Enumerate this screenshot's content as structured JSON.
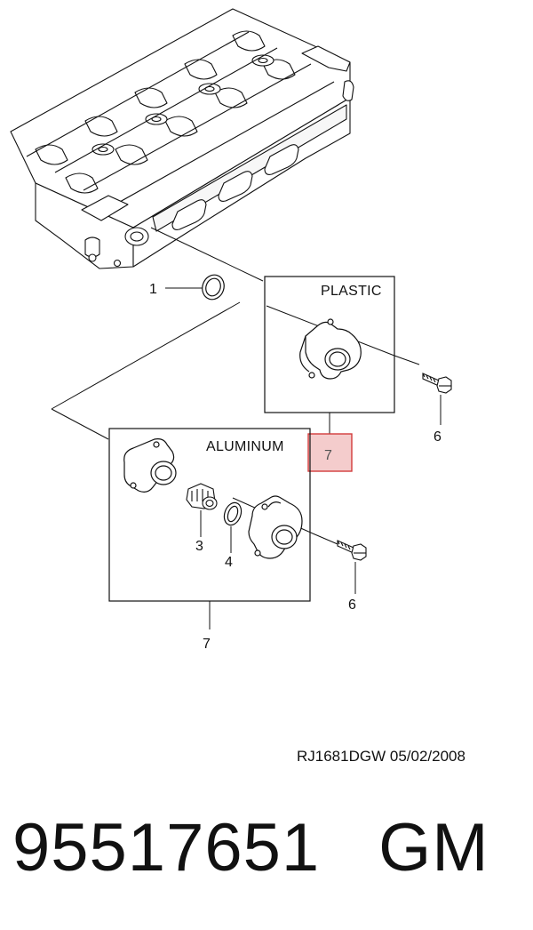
{
  "callouts": {
    "c1": "1",
    "c3": "3",
    "c4": "4",
    "c6a": "6",
    "c6b": "6",
    "c7_highlight": "7",
    "c7": "7"
  },
  "boxes": {
    "plastic": "PLASTIC",
    "aluminum": "ALUMINUM"
  },
  "reference": "RJ1681DGW  05/02/2008",
  "part_number": "95517651",
  "brand": "GM",
  "colors": {
    "highlight_fill": "#f4cccc",
    "highlight_stroke": "#d23b3b",
    "line": "#111111"
  }
}
